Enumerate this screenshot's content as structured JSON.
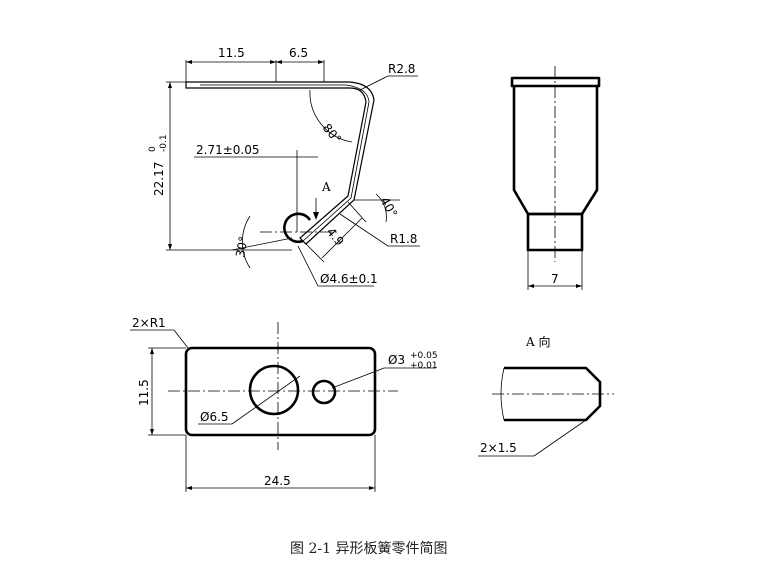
{
  "side_view": {
    "dim_len1": "11.5",
    "dim_len2": "6.5",
    "dim_bend_radius": "R2.8",
    "dim_bend_angle": "80°",
    "dim_height": "22.17",
    "dim_height_tol_upper": "0",
    "dim_height_tol_lower": "-0.1",
    "dim_offset": "2.71±0.05",
    "view_marker": "A",
    "dim_angle_40": "40°",
    "dim_angle_30": "30°",
    "dim_4_9": "4.9",
    "dim_r1_8": "R1.8",
    "dim_hole": "Ø4.6±0.1"
  },
  "front_view": {
    "dim_width": "7"
  },
  "plan_view": {
    "dim_corner": "2×R1",
    "dim_height": "11.5",
    "dim_small_hole": "Ø3",
    "dim_small_hole_tol_upper": "+0.05",
    "dim_small_hole_tol_lower": "+0.01",
    "dim_big_hole": "Ø6.5",
    "dim_length": "24.5"
  },
  "detail_view": {
    "title": "A 向",
    "dim_chamfer": "2×1.5"
  },
  "caption": "图 2-1  异形板簧零件简图"
}
